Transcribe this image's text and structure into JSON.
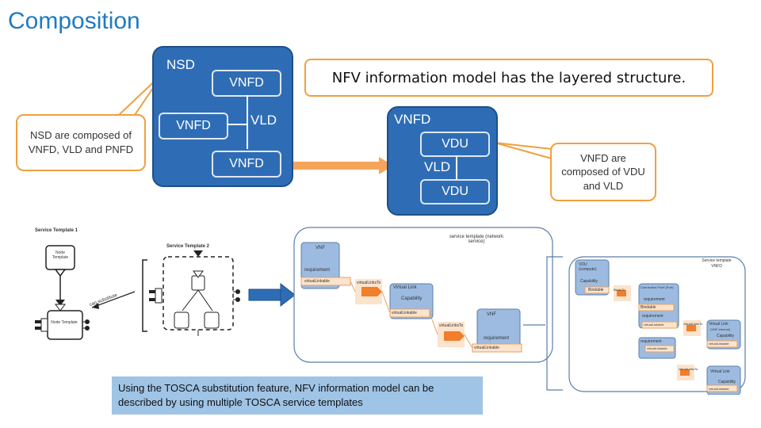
{
  "title": "Composition",
  "nsd": {
    "label": "NSD",
    "vnfd_top": "VNFD",
    "vnfd_left": "VNFD",
    "vnfd_bottom": "VNFD",
    "vld": "VLD"
  },
  "vnfd": {
    "label": "VNFD",
    "vdu_top": "VDU",
    "vld": "VLD",
    "vdu_bottom": "VDU"
  },
  "callouts": {
    "headline": "NFV information model has the layered structure.",
    "nsd_note": "NSD are composed of VNFD, VLD and PNFD",
    "vnfd_note": "VNFD are composed of VDU and VLD"
  },
  "tosca_left": {
    "st1": "Service Template 1",
    "st2": "Service Template 2",
    "node_template": "Node Template",
    "can_substitute": "can substitute"
  },
  "tosca_mid": {
    "header": "service template (network service)",
    "vnf1": "VNF",
    "requirement1": "requirement",
    "virtual_linkable1": "virtualLinkable",
    "links_to1": "virtualLinksTo",
    "virtual_link": "Virtual Link",
    "capability": "Capability",
    "virtual_linkable2": "virtualLinkable",
    "links_to2": "virtualLinksTo",
    "vnf2": "VNF",
    "requirement2": "requirement",
    "virtual_linkable3": "virtualLinkable"
  },
  "tosca_right": {
    "header_line1": "Service template",
    "header_line2": "VNFD",
    "vdu": "VDU (compute)",
    "vdu_capability": "Capability",
    "bindable": "Bindable",
    "binds_to": "BindsTo",
    "cp": "Connection Point (Port)",
    "cp_requirement": "requirement",
    "cp_bindable": "Bindable",
    "cp_requirement2": "requirement",
    "cp_virtual_linkable": "virtualLinkable",
    "links_to": "virtualLinksTo",
    "vl_internal": "Virtual Link",
    "vl_internal_sub": "(VNF internal)",
    "vl_capability": "Capability",
    "vl_virtual_linkable": "virtualLinkable",
    "requirement3": "requirement",
    "virtual_linkable4": "virtualLinkable",
    "links_to2": "virtualLinksTo",
    "vl2": "Virtual Link",
    "vl2_capability": "Capability",
    "vl2_virtual_linkable": "virtualLinkable"
  },
  "bottom_note": "Using the TOSCA substitution feature, NFV information model can be described by using multiple TOSCA service templates",
  "colors": {
    "title": "#1f7bc1",
    "box_fill": "#2e6db5",
    "callout_border": "#f0a040",
    "note_bg": "#9fc4e6"
  }
}
